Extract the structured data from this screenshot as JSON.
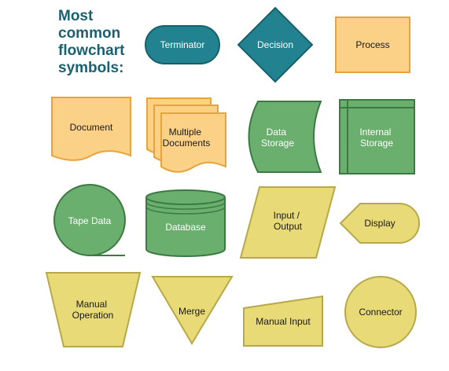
{
  "title_lines": [
    "Most",
    "common",
    "flowchart",
    "symbols:"
  ],
  "colors": {
    "title": "#1b6170",
    "teal_fill": "#23828f",
    "teal_stroke": "#15616b",
    "orange_fill": "#fbd087",
    "orange_stroke": "#e8a33a",
    "green_fill": "#6aaf6e",
    "green_stroke": "#3d7a43",
    "yellow_fill": "#e8da76",
    "yellow_stroke": "#b7a94a",
    "dark_text": "#1a1a1a",
    "light_text": "#ffffff"
  },
  "symbols": [
    {
      "key": "terminator",
      "label": [
        "Terminator"
      ]
    },
    {
      "key": "decision",
      "label": [
        "Decision"
      ]
    },
    {
      "key": "process",
      "label": [
        "Process"
      ]
    },
    {
      "key": "document",
      "label": [
        "Document"
      ]
    },
    {
      "key": "multiple-documents",
      "label": [
        "Multiple",
        "Documents"
      ]
    },
    {
      "key": "data-storage",
      "label": [
        "Data",
        "Storage"
      ]
    },
    {
      "key": "internal-storage",
      "label": [
        "Internal",
        "Storage"
      ]
    },
    {
      "key": "tape-data",
      "label": [
        "Tape Data"
      ]
    },
    {
      "key": "database",
      "label": [
        "Database"
      ]
    },
    {
      "key": "input-output",
      "label": [
        "Input /",
        "Output"
      ]
    },
    {
      "key": "display",
      "label": [
        "Display"
      ]
    },
    {
      "key": "manual-operation",
      "label": [
        "Manual",
        "Operation"
      ]
    },
    {
      "key": "merge",
      "label": [
        "Merge"
      ]
    },
    {
      "key": "manual-input",
      "label": [
        "Manual Input"
      ]
    },
    {
      "key": "connector",
      "label": [
        "Connector"
      ]
    }
  ]
}
